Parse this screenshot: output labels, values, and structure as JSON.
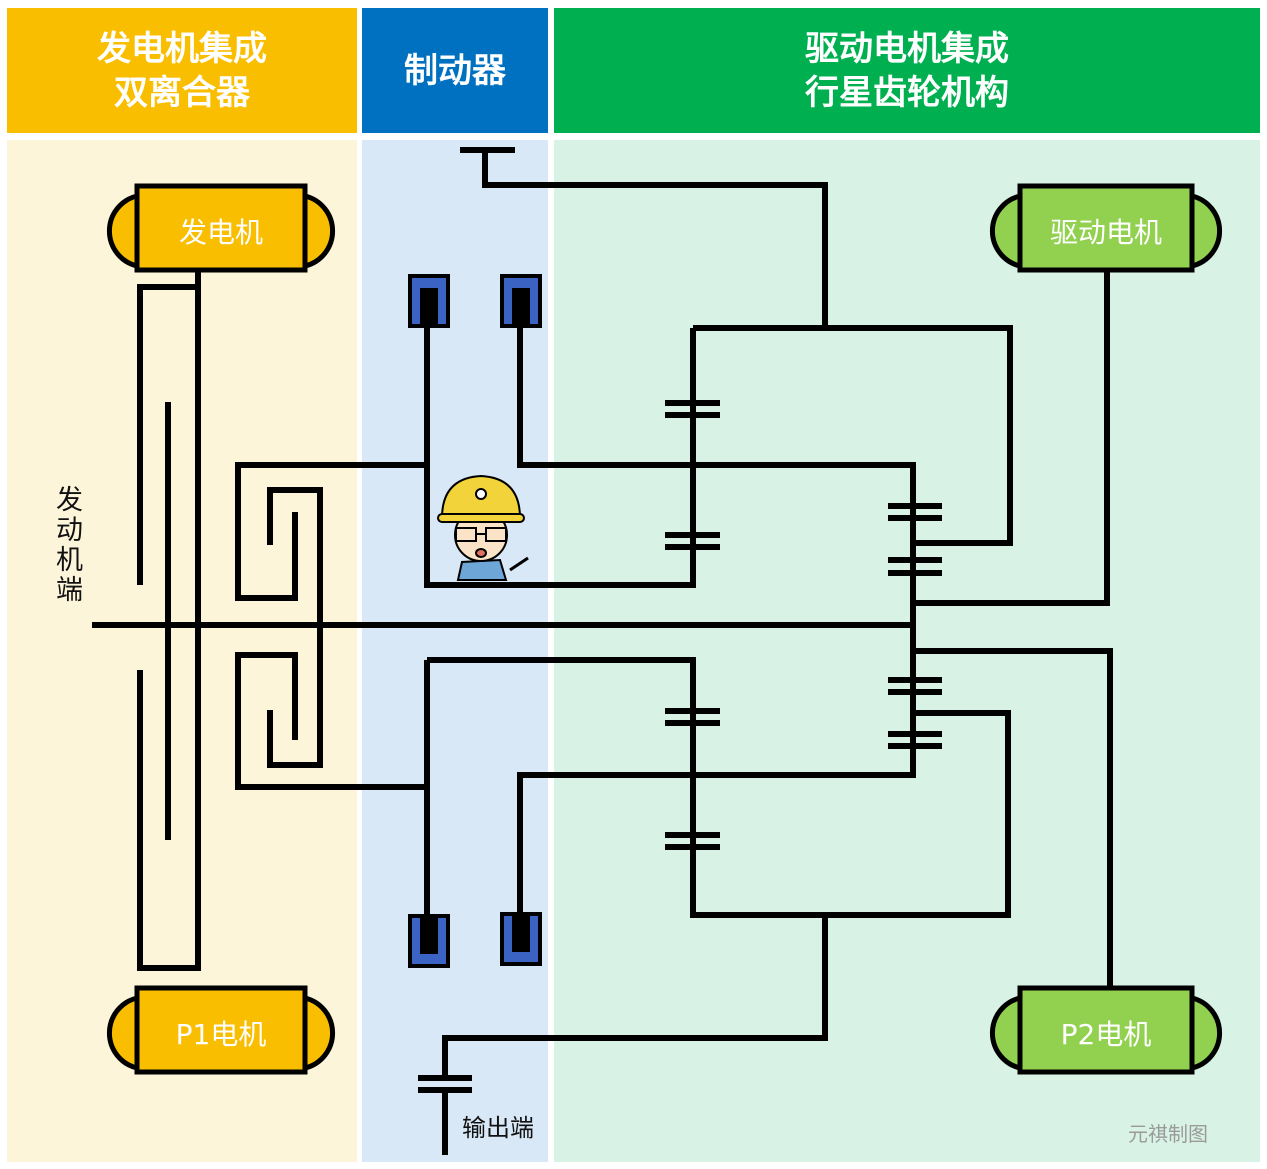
{
  "headers": {
    "left": "发电机集成\n双离合器",
    "middle": "制动器",
    "right": "驱动电机集成\n行星齿轮机构"
  },
  "components": {
    "generator": "发电机",
    "p1_motor": "P1电机",
    "drive_motor": "驱动电机",
    "p2_motor": "P2电机"
  },
  "labels": {
    "engine_end": "发动机端",
    "output_end": "输出端",
    "watermark": "元祺制图"
  },
  "colors": {
    "yellow": "#F9BE00",
    "blue": "#0070C0",
    "green": "#00B050",
    "light_green": "#92D050",
    "brake_block": "#3A63C4"
  }
}
